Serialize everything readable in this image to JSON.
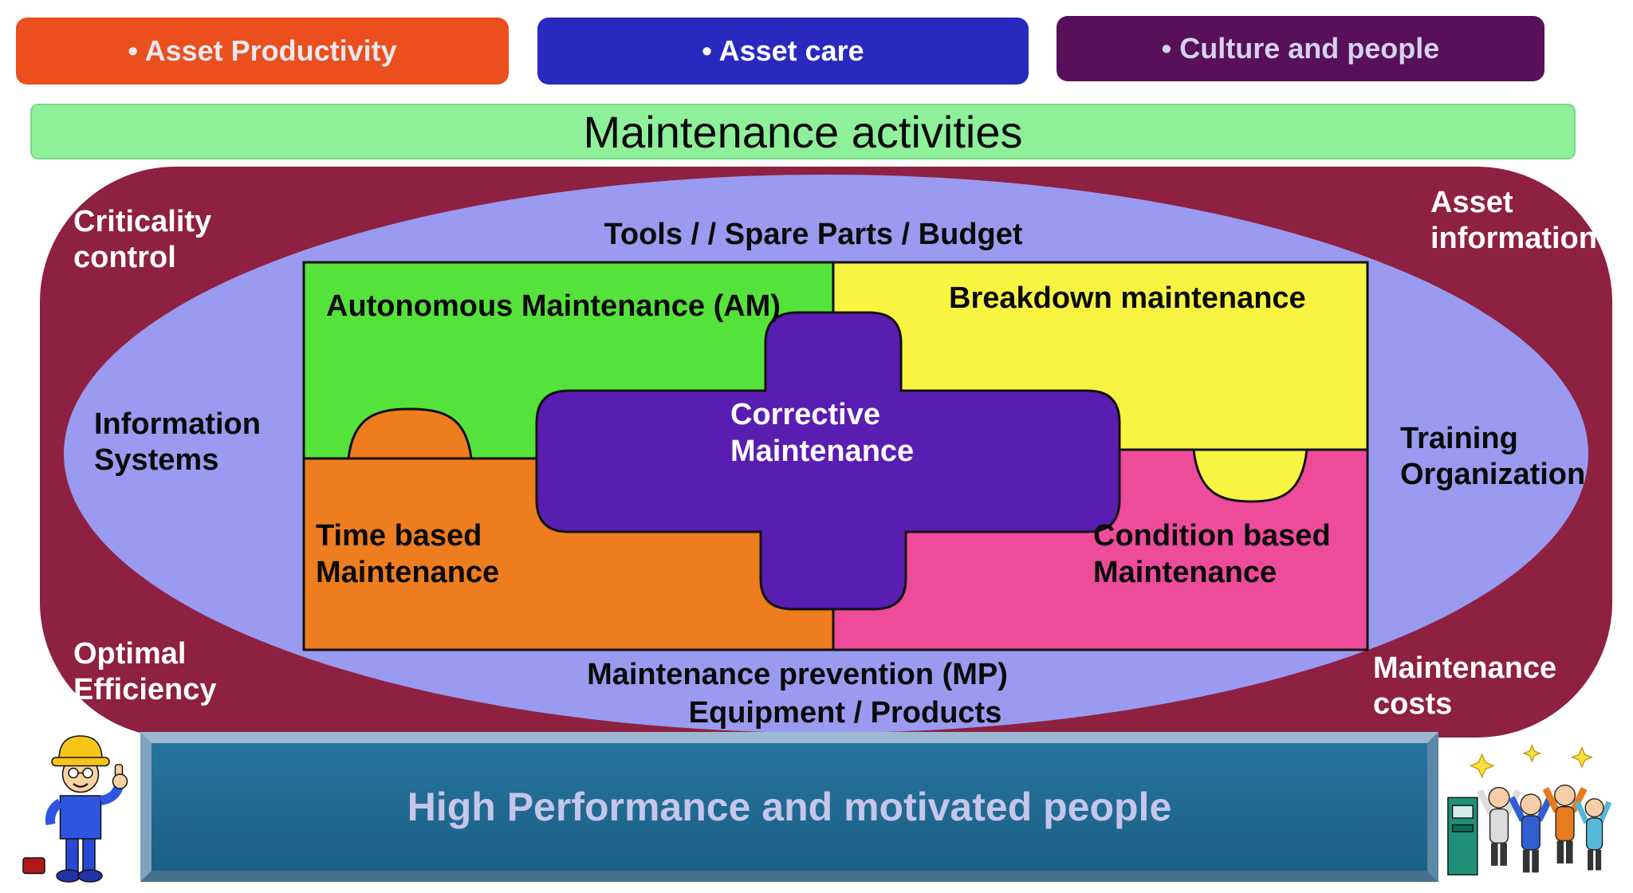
{
  "top_buttons": [
    {
      "label": "• Asset Productivity",
      "color": "#ea4f1d"
    },
    {
      "label": "• Asset care",
      "color": "#2929c0"
    },
    {
      "label": "• Culture and people",
      "color": "#571059"
    }
  ],
  "maintenance_banner": {
    "label": "Maintenance activities",
    "color": "#8ff09a"
  },
  "outer_factors": {
    "color": "#8e2041",
    "top_left": "Criticality control",
    "top_right": "Asset information",
    "bottom_left": "Optimal Efficiency",
    "bottom_right": "Maintenance costs"
  },
  "inner_factors": {
    "color": "#9a9af0",
    "top": "Tools / / Spare Parts / Budget",
    "left": "Information Systems",
    "right": "Training Organization",
    "bottom_line1": "Maintenance prevention (MP)",
    "bottom_line2": "Equipment / Products"
  },
  "puzzle": {
    "autonomous": "Autonomous Maintenance (AM)",
    "breakdown": "Breakdown maintenance",
    "time_based": "Time based Maintenance",
    "condition_based": "Condition based Maintenance",
    "corrective": "Corrective Maintenance",
    "colors": {
      "autonomous": "#55e33b",
      "breakdown": "#f8f542",
      "time_based": "#ee7d1f",
      "condition_based": "#ee4b9b",
      "corrective": "#5a1db2"
    }
  },
  "bottom_banner": {
    "label": "High Performance and motivated people",
    "color": "#20688f",
    "text_color": "#c6c5ec"
  },
  "clipart": {
    "left": "worker-thumbs-up",
    "right": "celebrating-team"
  }
}
